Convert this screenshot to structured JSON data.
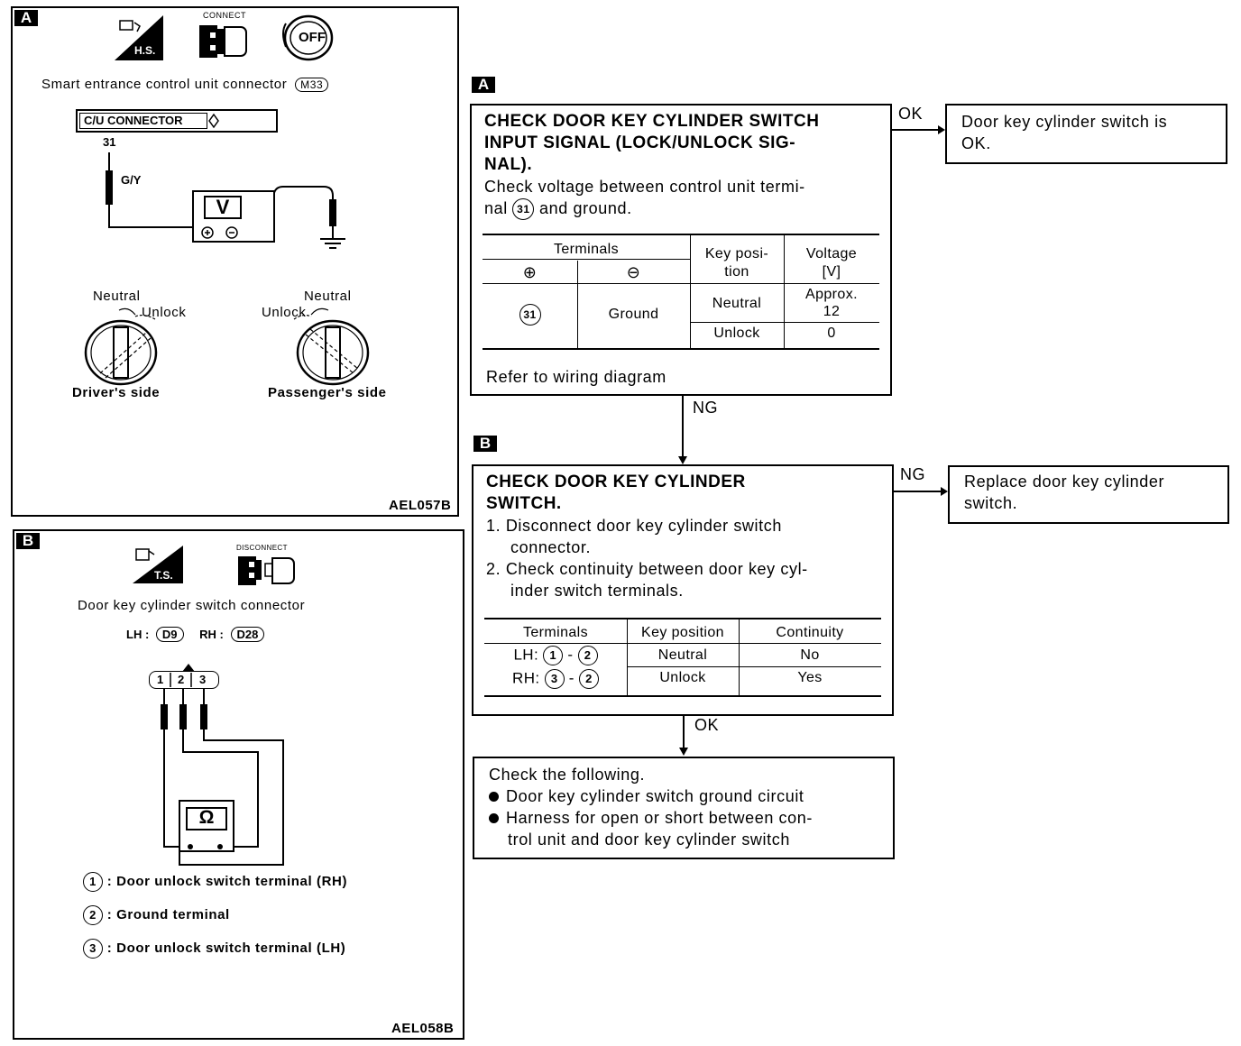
{
  "panel_a": {
    "tag": "A",
    "icon_hs": "H.S.",
    "icon_connect": "CONNECT",
    "icon_off": "OFF",
    "connector_title": "Smart entrance control unit connector",
    "connector_code": "M33",
    "cu_connector": "C/U CONNECTOR",
    "terminal": "31",
    "wire": "G/Y",
    "meter": "V",
    "driver": {
      "neutral": "Neutral",
      "unlock": "Unlock",
      "caption": "Driver's side"
    },
    "passenger": {
      "neutral": "Neutral",
      "unlock": "Unlock",
      "caption": "Passenger's side"
    },
    "ref": "AEL057B"
  },
  "panel_b": {
    "tag": "B",
    "icon_ts": "T.S.",
    "icon_disconnect": "DISCONNECT",
    "connector_title": "Door key cylinder switch connector",
    "lh_label": "LH :",
    "lh_code": "D9",
    "rh_label": "RH :",
    "rh_code": "D28",
    "pins": [
      "1",
      "2",
      "3"
    ],
    "meter": "Ω",
    "legend": [
      {
        "num": "1",
        "text": ": Door unlock switch terminal (RH)"
      },
      {
        "num": "2",
        "text": ": Ground terminal"
      },
      {
        "num": "3",
        "text": ": Door unlock switch terminal (LH)"
      }
    ],
    "ref": "AEL058B"
  },
  "flow_a": {
    "tag": "A",
    "title_lines": [
      "CHECK DOOR KEY CYLINDER SWITCH",
      "INPUT SIGNAL (LOCK/UNLOCK SIG-",
      "NAL)."
    ],
    "text_line1": "Check voltage between control unit termi-",
    "text_line2_pre": "nal",
    "text_line2_circ": "31",
    "text_line2_post": "and ground.",
    "table": {
      "h_terminals": "Terminals",
      "h_plus": "⊕",
      "h_minus": "⊖",
      "h_key1": "Key posi-",
      "h_key2": "tion",
      "h_volt1": "Voltage",
      "h_volt2": "[V]",
      "t_plus": "31",
      "t_minus": "Ground",
      "r1_key": "Neutral",
      "r1_volt1": "Approx.",
      "r1_volt2": "12",
      "r2_key": "Unlock",
      "r2_volt": "0"
    },
    "refer": "Refer to wiring diagram",
    "ok_label": "OK",
    "ok_result_lines": [
      "Door key cylinder switch is",
      "OK."
    ],
    "ng_label": "NG"
  },
  "flow_b": {
    "tag": "B",
    "title_lines": [
      "CHECK DOOR KEY CYLINDER",
      "SWITCH."
    ],
    "step1a": "1. Disconnect door key cylinder switch",
    "step1b": "connector.",
    "step2a": "2. Check continuity between door key cyl-",
    "step2b": "inder switch terminals.",
    "table": {
      "h_terminals": "Terminals",
      "h_key": "Key position",
      "h_cont": "Continuity",
      "r1_side": "LH:",
      "r1_a": "1",
      "r1_b": "2",
      "r1_key": "Neutral",
      "r1_cont": "No",
      "r2_side": "RH:",
      "r2_a": "3",
      "r2_b": "2",
      "r2_key": "Unlock",
      "r2_cont": "Yes",
      "dash": "-"
    },
    "ng_label": "NG",
    "ng_result_lines": [
      "Replace door key cylinder",
      "switch."
    ],
    "ok_label": "OK"
  },
  "final": {
    "title": "Check the following.",
    "bullet1": "Door key cylinder switch ground circuit",
    "bullet2a": "Harness for open or short between con-",
    "bullet2b": "trol unit and door key cylinder switch"
  }
}
